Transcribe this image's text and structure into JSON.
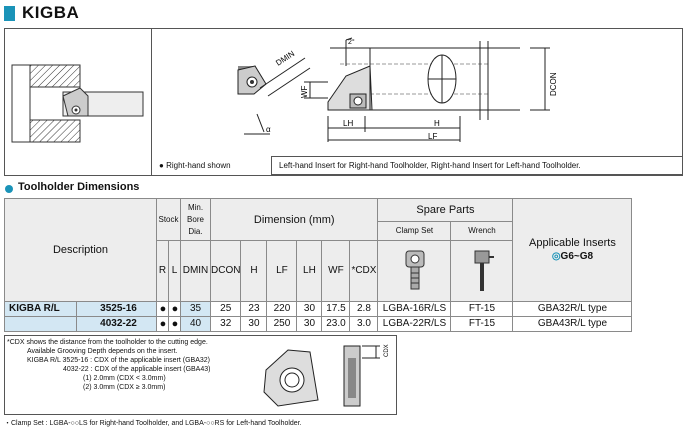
{
  "title": "KIGBA",
  "figure": {
    "caption_right_hand": "Right-hand shown",
    "caption_left_hand": "Left-hand Insert for Right-hand Toolholder, Right-hand Insert for Left-hand Toolholder.",
    "labels": {
      "dmin": "DMIN",
      "angle": "2°",
      "wf": "WF",
      "lh": "LH",
      "h": "H",
      "lf": "LF",
      "dcon": "DCON",
      "alpha": "α"
    }
  },
  "section_title": "Toolholder Dimensions",
  "table": {
    "headers": {
      "description": "Description",
      "stock": "Stock",
      "min_bore": "Min. Bore Dia.",
      "dimension": "Dimension (mm)",
      "spare_parts": "Spare Parts",
      "clamp_set": "Clamp Set",
      "wrench": "Wrench",
      "applicable_inserts": "Applicable Inserts",
      "insert_grades": "G6~G8",
      "r": "R",
      "l": "L",
      "dmin": "DMIN",
      "dcon": "DCON",
      "h": "H",
      "lf": "LF",
      "lh": "LH",
      "wf": "WF",
      "cdx": "*CDX"
    },
    "rows": [
      {
        "series": "KIGBA R/L",
        "model": "3525-16",
        "r": "●",
        "l": "●",
        "dmin": "35",
        "dcon": "25",
        "h": "23",
        "lf": "220",
        "lh": "30",
        "wf": "17.5",
        "cdx": "2.8",
        "clamp_set": "LGBA-16R/LS",
        "wrench": "FT-15",
        "insert": "GBA32R/L type"
      },
      {
        "series": "",
        "model": "4032-22",
        "r": "●",
        "l": "●",
        "dmin": "40",
        "dcon": "32",
        "h": "30",
        "lf": "250",
        "lh": "30",
        "wf": "23.0",
        "cdx": "3.0",
        "clamp_set": "LGBA-22R/LS",
        "wrench": "FT-15",
        "insert": "GBA43R/L type"
      }
    ]
  },
  "notes": {
    "line1": "*CDX shows the distance from the toolholder to the cutting edge.",
    "line2": "Available Grooving Depth depends on the insert.",
    "line3": "KIGBA R/L 3525-16 : CDX of the applicable insert (GBA32)",
    "line4": "4032-22 : CDX of the applicable insert (GBA43)",
    "line5": "(1) 2.0mm (CDX < 3.0mm)",
    "line6": "(2) 3.0mm (CDX ≥ 3.0mm)",
    "cdx_label": "CDX"
  },
  "footnote": "・Clamp Set : LGBA-○○LS for Right-hand Toolholder, and LGBA-○○RS for Left-hand Toolholder."
}
